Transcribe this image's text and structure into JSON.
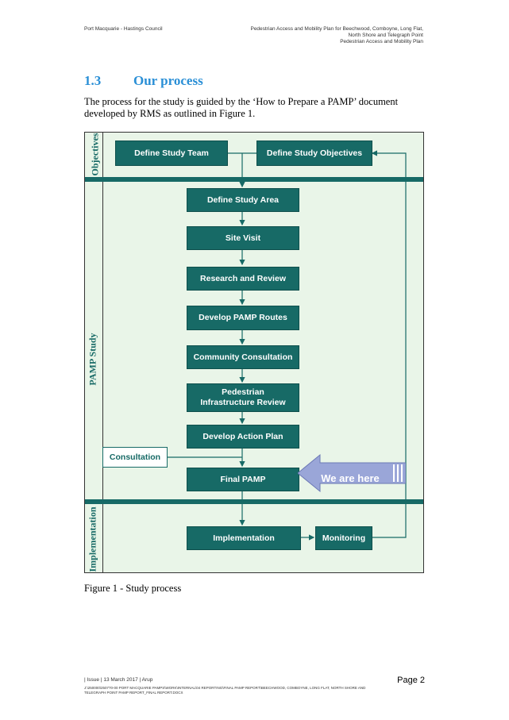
{
  "header": {
    "left": "Port Macquarie - Hastings Council",
    "right_lines": [
      "Pedestrian Access and Mobility Plan for Beechwood, Comboyne, Long Flat,",
      "North Shore and Telegraph Point",
      "Pedestrian Access and Mobility Plan"
    ]
  },
  "section": {
    "number": "1.3",
    "title": "Our process"
  },
  "intro": "The process for the study is guided by the ‘How to Prepare a PAMP’ document developed by RMS as outlined in Figure 1.",
  "figure": {
    "bands": {
      "objectives": "Objectives",
      "pamp_study": "PAMP Study",
      "implementation": "Implementation"
    },
    "boxes": {
      "define_study_team": "Define Study Team",
      "define_study_objectives": "Define Study Objectives",
      "define_study_area": "Define Study Area",
      "site_visit": "Site Visit",
      "research_and_review": "Research and Review",
      "develop_pamp_routes": "Develop PAMP Routes",
      "community_consultation": "Community Consultation",
      "pedestrian_infrastructure_review": "Pedestrian Infrastructure Review",
      "develop_action_plan": "Develop Action Plan",
      "consultation": "Consultation",
      "final_pamp": "Final PAMP",
      "implementation": "Implementation",
      "monitoring": "Monitoring"
    },
    "we_are_here": "We are here",
    "colors": {
      "box": "#176a66",
      "band": "#e9f5e8",
      "arrow": "#9aa6d8"
    }
  },
  "caption": "Figure 1 - Study process",
  "footer": {
    "issue": "| Issue | 13 March 2017 | Arup",
    "path": "J:\\250000\\250770-00 PORT MACQUARIE PAMPS\\WORK\\INTERNAL\\04 REPORTING\\FINAL PAMP REPORT\\BEECHWOOD, COMBOYNE, LONG FLAT, NORTH SHORE AND TELEGRAPH POINT PAMP REPORT_FINAL REPORT.DOCX",
    "page": "Page 2"
  }
}
